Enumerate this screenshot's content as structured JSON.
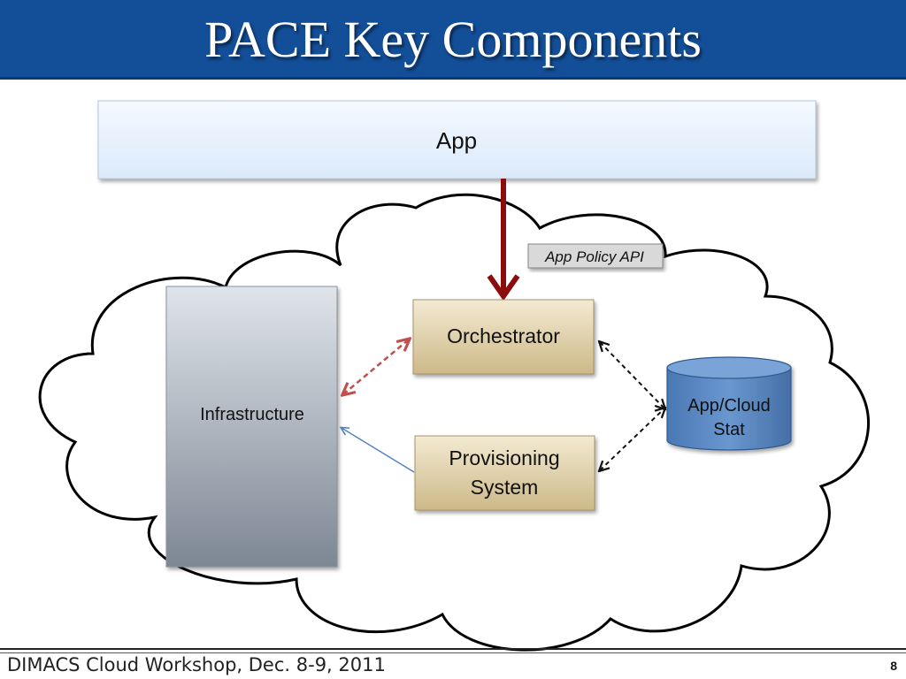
{
  "slide": {
    "title": "PACE Key Components",
    "page_number": "8"
  },
  "diagram": {
    "app_box": {
      "label": "App"
    },
    "api_tag": {
      "label": "App Policy API"
    },
    "infrastructure": {
      "label": "Infrastructure"
    },
    "orchestrator": {
      "label": "Orchestrator"
    },
    "provisioning": {
      "label_line1": "Provisioning",
      "label_line2": "System"
    },
    "database": {
      "label_line1": "App/Cloud",
      "label_line2": "Stat"
    },
    "colors": {
      "title_bar": "#134f99",
      "app_box_fill": "#e6f2fd",
      "component_fill": "#e6d6ac",
      "database_fill": "#4f81bd",
      "main_arrow": "#8b0d0d",
      "dashed_red_arrow": "#c0504d",
      "blue_arrow": "#4f81bd"
    }
  },
  "footer": {
    "text": "DIMACS Cloud Workshop, Dec. 8-9, 2011"
  }
}
